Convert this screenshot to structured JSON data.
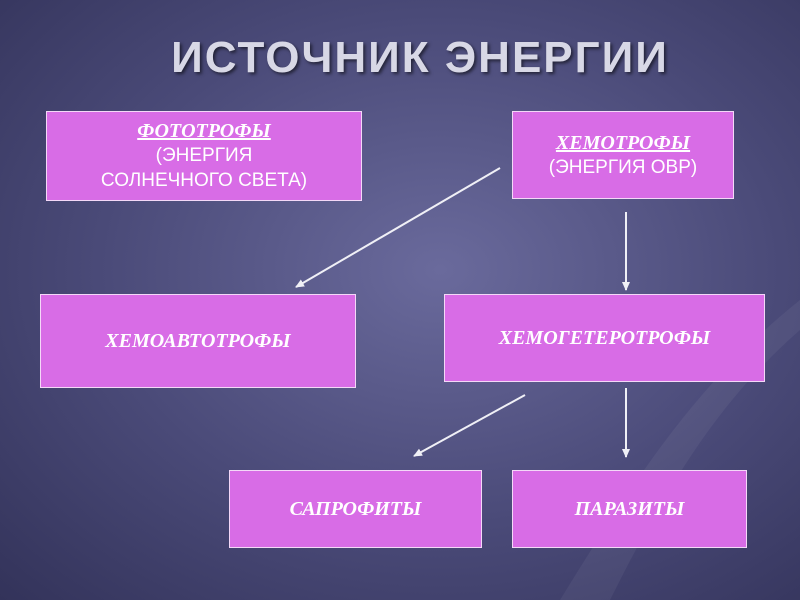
{
  "title": "ИСТОЧНИК ЭНЕРГИИ",
  "nodes": {
    "phototrophs": {
      "label": "ФОТОТРОФЫ",
      "line1": "(ЭНЕРГИЯ",
      "line2": "СОЛНЕЧНОГО СВЕТА)"
    },
    "chemotrophs": {
      "label": "ХЕМОТРОФЫ",
      "line1": "(ЭНЕРГИЯ ОВР)"
    },
    "chemoautotrophs": {
      "label": "ХЕМОАВТОТРОФЫ"
    },
    "chemoheterotrophs": {
      "label": "ХЕМОГЕТЕРОТРОФЫ"
    },
    "saprophytes": {
      "label": "САПРОФИТЫ"
    },
    "parasites": {
      "label": "ПАРАЗИТЫ"
    }
  },
  "colors": {
    "box_fill": "#d86ce6",
    "box_border": "#f4d8f8",
    "arrow": "#f0f0f6",
    "background": "#4a4a78"
  }
}
